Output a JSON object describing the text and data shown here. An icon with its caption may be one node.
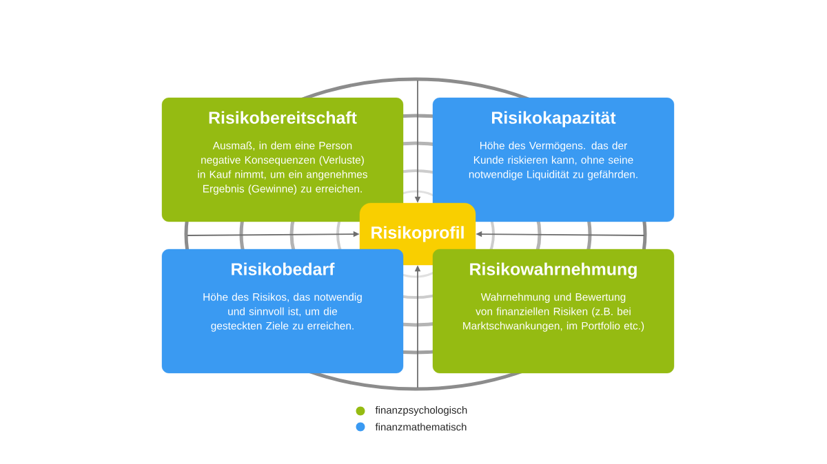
{
  "diagram": {
    "nodes": [
      {
        "text": [
          "Risikobereitschaft",
          "Ausmaß, in dem eine Person negative Konsequenzen (Verluste) in Kauf nimmt, um ein angenehmes Ergebnis (Gewinne) zu erreichen."
        ]
      },
      {
        "text": [
          "Risikokapazität",
          "Höhe des Vermögens. das der Kunde riskieren kann, ohne seine notwendige Liquidität zu gefährden."
        ]
      },
      {
        "text": [
          "Risikoprofil"
        ]
      },
      {
        "text": [
          "Risikobedarf",
          "Höhe des Risikos, das notwendig und sinnvoll ist, um die gesteckten Ziele zu erreichen."
        ]
      },
      {
        "text": [
          "Risikowahrnehmung",
          "Wahrnehmung und Bewertung von finanziellen Risiken (z.B. bei Marktschwankungen, im Portfolio etc.)"
        ]
      }
    ],
    "edges": [
      {
        "from": null,
        "to": 2,
        "arrow": "to"
      },
      {
        "from": null,
        "to": 2,
        "arrow": "to"
      },
      {
        "from": null,
        "to": 2,
        "arrow": "to"
      },
      {
        "from": null,
        "to": 2,
        "arrow": "to"
      }
    ],
    "legend": [
      {
        "text": "finanzpsychologisch",
        "color": "#95bb12"
      },
      {
        "text": "finanzmathematisch",
        "color": "#3a9af2"
      }
    ]
  }
}
